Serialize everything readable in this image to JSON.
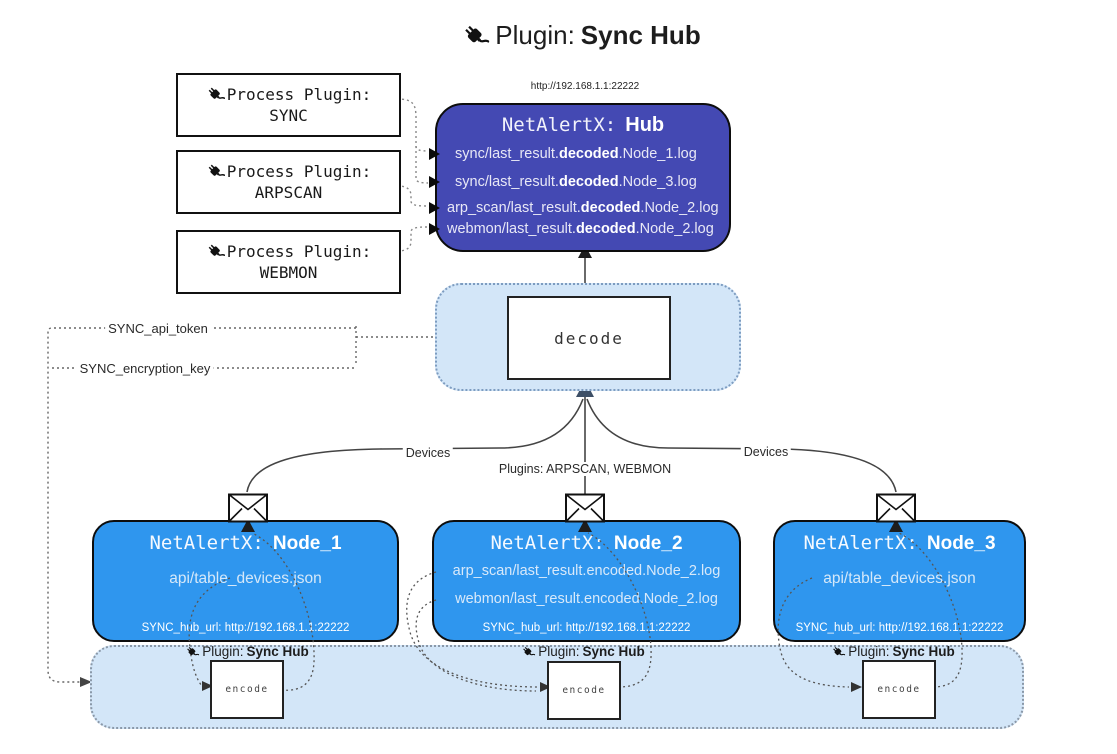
{
  "title": {
    "prefix": "Plugin:",
    "bold": "Sync Hub"
  },
  "colors": {
    "hub_fill": "#4449b3",
    "node_fill": "#2f96ee",
    "panel_fill": "#d3e6f8"
  },
  "process_plugins": [
    {
      "line1": "Process Plugin:",
      "name": "SYNC"
    },
    {
      "line1": "Process Plugin:",
      "name": "ARPSCAN"
    },
    {
      "line1": "Process Plugin:",
      "name": "WEBMON"
    }
  ],
  "hub": {
    "url": "http://192.168.1.1:22222",
    "title_mono": "NetAlertX:",
    "title_bold": "Hub",
    "items": [
      {
        "pre": "sync/last_result.",
        "bold": "decoded",
        "post": ".Node_1.log"
      },
      {
        "pre": "sync/last_result.",
        "bold": "decoded",
        "post": ".Node_3.log"
      },
      {
        "pre": "arp_scan/last_result.",
        "bold": "decoded",
        "post": ".Node_2.log"
      },
      {
        "pre": "webmon/last_result.",
        "bold": "decoded",
        "post": ".Node_2.log"
      }
    ]
  },
  "decode": {
    "label": "decode"
  },
  "settings": {
    "api_token": "SYNC_api_token",
    "encryption_key": "SYNC_encryption_key"
  },
  "edges": {
    "devices_left": "Devices",
    "devices_right": "Devices",
    "plugins_mid": "Plugins: ARPSCAN, WEBMON"
  },
  "nodes": [
    {
      "title_mono": "NetAlertX:",
      "title_bold": "Node_1",
      "lines": [
        "api/table_devices.json"
      ],
      "hub_url": "SYNC_hub_url: http://192.168.1.1:22222"
    },
    {
      "title_mono": "NetAlertX:",
      "title_bold": "Node_2",
      "lines": [
        "arp_scan/last_result.encoded.Node_2.log",
        "webmon/last_result.encoded.Node_2.log"
      ],
      "hub_url": "SYNC_hub_url: http://192.168.1.1:22222"
    },
    {
      "title_mono": "NetAlertX:",
      "title_bold": "Node_3",
      "lines": [
        "api/table_devices.json"
      ],
      "hub_url": "SYNC_hub_url: http://192.168.1.1:22222"
    }
  ],
  "encode_band": {
    "label_prefix": "Plugin:",
    "label_bold": "Sync Hub",
    "encode_label": "encode"
  }
}
